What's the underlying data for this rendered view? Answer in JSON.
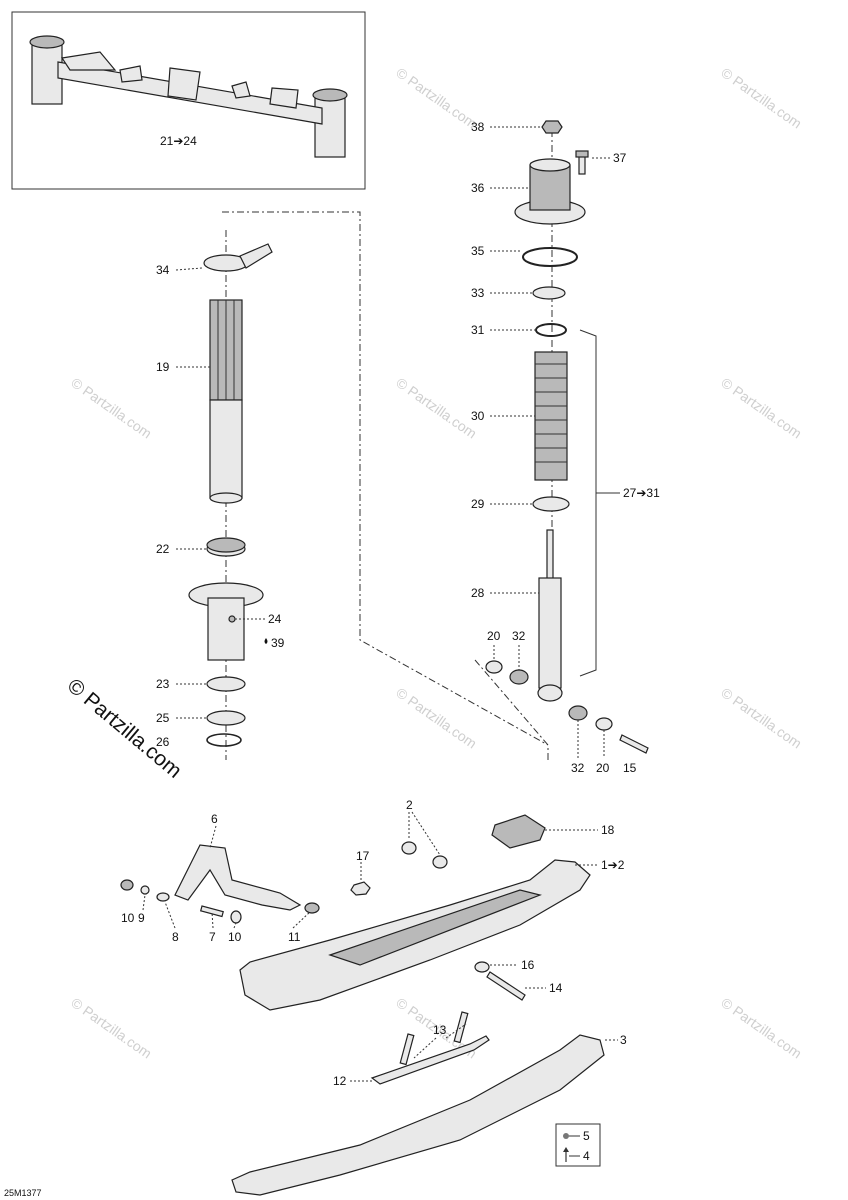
{
  "watermark": {
    "text": "© Partzilla.com",
    "big_text": "© Partzilla.com"
  },
  "footer_code": "25M1377",
  "labels": {
    "p21_24": "21➔24",
    "p38": "38",
    "p37": "37",
    "p36": "36",
    "p35": "35",
    "p33": "33",
    "p31": "31",
    "p30": "30",
    "p27_31": "27➔31",
    "p29": "29",
    "p28": "28",
    "p20a": "20",
    "p32a": "32",
    "p32b": "32",
    "p20b": "20",
    "p15": "15",
    "p34": "34",
    "p19": "19",
    "p22": "22",
    "p24": "24",
    "p39": "39",
    "p23": "23",
    "p25": "25",
    "p26": "26",
    "p6": "6",
    "p2": "2",
    "p18": "18",
    "p17": "17",
    "p1_2": "1➔2",
    "p10a": "10",
    "p9": "9",
    "p8": "8",
    "p7": "7",
    "p10b": "10",
    "p11": "11",
    "p16": "16",
    "p14": "14",
    "p13": "13",
    "p3": "3",
    "p12": "12",
    "p5": "5",
    "p4": "4"
  },
  "icons": [
    "arrow-icon",
    "oil-drop-icon",
    "nut-icon",
    "screw-icon"
  ]
}
